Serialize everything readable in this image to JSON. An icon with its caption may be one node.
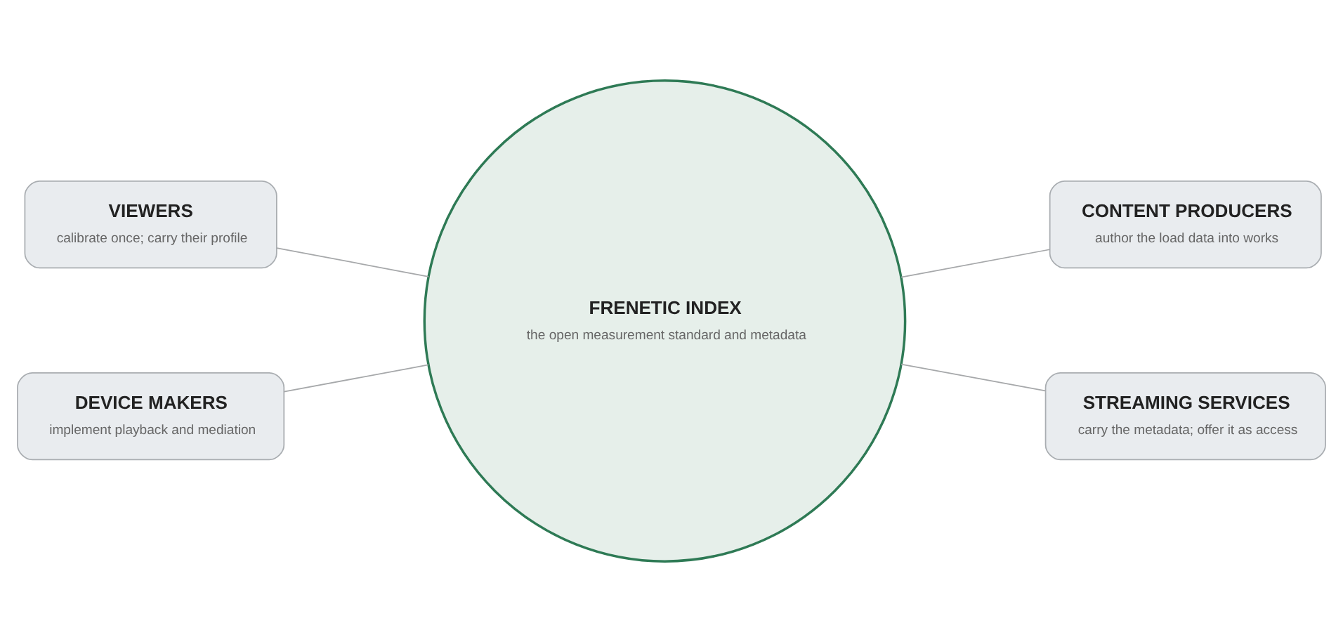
{
  "diagram": {
    "nodes": [
      {
        "text": [
          "VIEWERS",
          "calibrate once; carry their profile"
        ]
      },
      {
        "text": [
          "CONTENT PRODUCERS",
          "author the load data into works"
        ]
      },
      {
        "text": [
          "FRENETIC INDEX",
          "the open measurement standard and metadata"
        ]
      },
      {
        "text": [
          "DEVICE MAKERS",
          "implement playback and mediation"
        ]
      },
      {
        "text": [
          "STREAMING SERVICES",
          "carry the metadata; offer it as access"
        ]
      }
    ],
    "edges": [
      {
        "from": 0,
        "to": 2,
        "arrow": "none"
      },
      {
        "from": 2,
        "to": 1,
        "arrow": "none"
      },
      {
        "from": 3,
        "to": 2,
        "arrow": "none"
      },
      {
        "from": 2,
        "to": 4,
        "arrow": "none"
      }
    ]
  }
}
